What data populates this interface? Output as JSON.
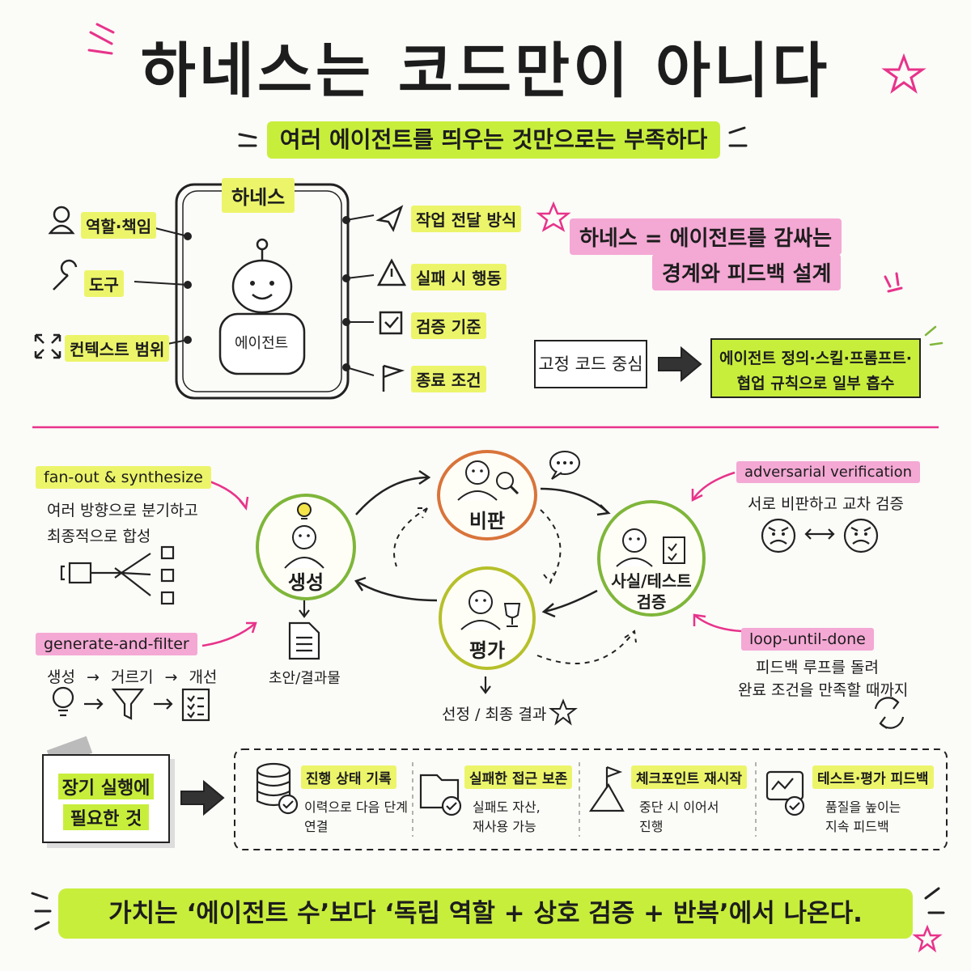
{
  "title": "하네스는 코드만이 아니다",
  "subtitle": "여러 에이전트를 띄우는 것만으로는 부족하다",
  "harness": {
    "frame_label": "하네스",
    "agent_label": "에이전트",
    "left_items": [
      "역할·책임",
      "도구",
      "컨텍스트 범위"
    ],
    "right_items": [
      "작업 전달 방식",
      "실패 시 행동",
      "검증 기준",
      "종료 조건"
    ]
  },
  "definition": {
    "line1": "하네스 = 에이전트를  감싸는",
    "line2": "경계와 피드백 설계"
  },
  "shift": {
    "from": "고정 코드 중심",
    "to_line1": "에이전트 정의·스킬·프롬프트·",
    "to_line2": "협업 규칙으로 일부 흡수"
  },
  "patterns": {
    "fanout_label": "fan-out & synthesize",
    "fanout_desc1": "여러 방향으로 분기하고",
    "fanout_desc2": "최종적으로 합성",
    "gaf_label": "generate-and-filter",
    "gaf_steps": [
      "생성",
      "→",
      "거르기",
      "→",
      "개선"
    ],
    "adv_label": "adversarial verification",
    "adv_desc": "서로 비판하고 교차 검증",
    "loop_label": "loop-until-done",
    "loop_desc1": "피드백 루프를 돌려",
    "loop_desc2": "완료 조건을 만족할 때까지"
  },
  "cycle": {
    "generate": "생성",
    "critique": "비판",
    "verify_line1": "사실/테스트",
    "verify_line2": "검증",
    "evaluate": "평가",
    "draft": "초안/결과물",
    "final": "선정 / 최종 결과"
  },
  "long_run": {
    "note_line1": "장기 실행에",
    "note_line2": "필요한 것",
    "items": [
      {
        "title": "진행 상태 기록",
        "desc1": "이력으로 다음 단계",
        "desc2": "연결"
      },
      {
        "title": "실패한 접근 보존",
        "desc1": "실패도 자산,",
        "desc2": "재사용 가능"
      },
      {
        "title": "체크포인트 재시작",
        "desc1": "중단 시 이어서",
        "desc2": "진행"
      },
      {
        "title": "테스트·평가 피드백",
        "desc1": "품질을 높이는",
        "desc2": "지속 피드백"
      }
    ]
  },
  "conclusion": "가치는 ‘에이전트 수’보다 ‘독립 역할 + 상호 검증 + 반복’에서 나온다.",
  "colors": {
    "yellow": "#ecf56a",
    "lime": "#c8ee3c",
    "pink": "#f4a8d4",
    "accent_pink": "#e8338a",
    "green_ring": "#7fb63a",
    "orange_ring": "#d9743a",
    "yellow_ring": "#b6c02a"
  }
}
